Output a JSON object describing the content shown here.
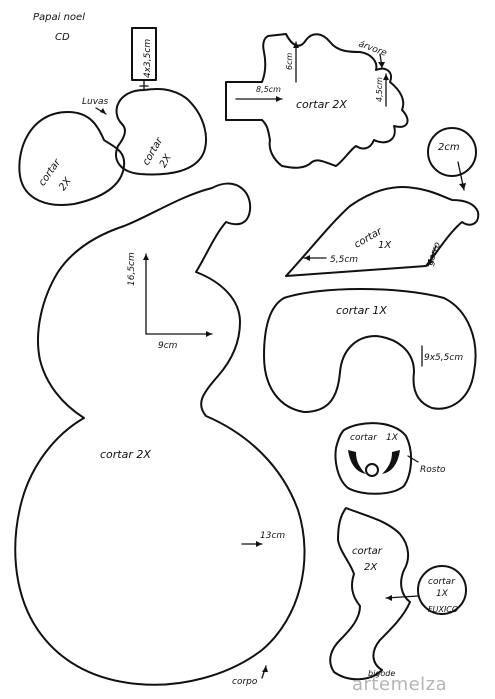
{
  "header": {
    "title": "Papai noel",
    "subtitle": "CD"
  },
  "pieces": {
    "luvas": {
      "name": "Luvas",
      "left_cut": "cortar",
      "left_qty": "2X",
      "right_cut": "cortar",
      "right_qty": "2X",
      "dim": "4x3,5cm"
    },
    "arvore": {
      "name": "árvore",
      "cut": "cortar 2X",
      "dim_height": "6cm",
      "dim_width": "8,5cm",
      "dim_side": "4,5cm"
    },
    "gorro": {
      "name": "gorro",
      "cut": "cortar",
      "qty": "1X",
      "dim_pompom": "2cm",
      "dim_width": "5,5cm"
    },
    "barra": {
      "cut": "cortar 1X",
      "dim": "9x5,5cm"
    },
    "corpo": {
      "name": "corpo",
      "cut": "cortar 2X",
      "dim_height": "16,5cm",
      "dim_head": "9cm",
      "dim_body": "13cm"
    },
    "rosto": {
      "name": "Rosto",
      "cut": "cortar",
      "qty": "1X"
    },
    "bigode": {
      "name": "bigode",
      "cut": "cortar",
      "qty": "2X"
    },
    "fuxico": {
      "name": "FUXICO",
      "cut": "cortar",
      "qty": "1X"
    }
  },
  "watermark": "artemelza"
}
